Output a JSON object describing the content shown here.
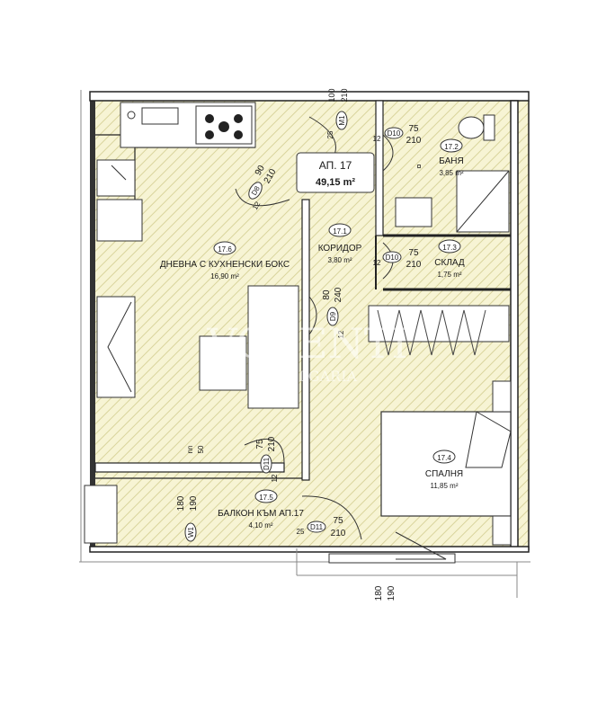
{
  "apartment": {
    "name": "АП. 17",
    "area": "49,15 m²"
  },
  "rooms": [
    {
      "id": "17.6",
      "name": "ДНЕВНА С КУХНЕНСКИ БОКС",
      "area": "16,90 m²"
    },
    {
      "id": "17.1",
      "name": "КОРИДОР",
      "area": "3,80 m²"
    },
    {
      "id": "17.2",
      "name": "БАНЯ",
      "area": "3,85 m²"
    },
    {
      "id": "17.3",
      "name": "СКЛАД",
      "area": "1,75 m²"
    },
    {
      "id": "17.4",
      "name": "СПАЛНЯ",
      "area": "11,85 m²"
    },
    {
      "id": "17.5",
      "name": "БАЛКОН КЪМ АП.17",
      "area": "4,10 m²"
    }
  ],
  "doors": [
    {
      "tag": "M1",
      "w": "100",
      "h": "210",
      "sill": "25"
    },
    {
      "tag": "D10",
      "w": "75",
      "h": "210",
      "sill": "12"
    },
    {
      "tag": "D8",
      "w": "90",
      "h": "210",
      "sill": "12"
    },
    {
      "tag": "D10",
      "w": "75",
      "h": "210",
      "sill": "12"
    },
    {
      "tag": "D9",
      "w": "80",
      "h": "240",
      "sill": "12"
    },
    {
      "tag": "D11",
      "w": "75",
      "h": "210",
      "sill": "12"
    },
    {
      "tag": "D11",
      "w": "75",
      "h": "210",
      "sill": "25"
    }
  ],
  "windows": [
    {
      "tag": "W1",
      "w": "180",
      "h": "190"
    },
    {
      "tag": "",
      "w": "180",
      "h": "190"
    }
  ],
  "annotations": {
    "nn": "nn",
    "nn_value": "50"
  },
  "watermark": {
    "main": "VOLENTI",
    "sub": "BULGARIA"
  }
}
